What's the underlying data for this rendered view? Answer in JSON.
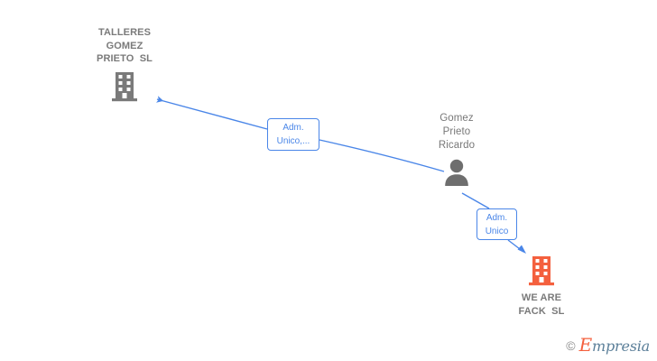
{
  "diagram": {
    "type": "corporate-relationship-graph",
    "background_color": "#ffffff",
    "edge_color": "#4a86e8",
    "node_label_color": "#7a7a7a",
    "company_highlight_color": "#f4603e",
    "company_default_color": "#7a7a7a",
    "nodes": [
      {
        "id": "talleres-gomez-prieto",
        "kind": "company",
        "icon": "building-icon",
        "color": "#7a7a7a",
        "label": "TALLERES\nGOMEZ\nPRIETO  SL",
        "label_position": "above"
      },
      {
        "id": "gomez-prieto-ricardo",
        "kind": "person",
        "icon": "person-icon",
        "color": "#6e6e6e",
        "label": "Gomez\nPrieto\nRicardo",
        "label_position": "above"
      },
      {
        "id": "we-are-fack",
        "kind": "company",
        "icon": "building-icon",
        "color": "#f4603e",
        "label": "WE ARE\nFACK  SL",
        "label_position": "below"
      }
    ],
    "edges": [
      {
        "id": "edge-ricardo-to-talleres",
        "from": "gomez-prieto-ricardo",
        "to": "talleres-gomez-prieto",
        "label": "Adm.\nUnico,...",
        "arrow": "to"
      },
      {
        "id": "edge-ricardo-to-weare",
        "from": "gomez-prieto-ricardo",
        "to": "we-are-fack",
        "label": "Adm.\nUnico",
        "arrow": "to"
      }
    ]
  },
  "watermark": {
    "copyright": "©",
    "initial": "E",
    "rest": "mpresia"
  }
}
